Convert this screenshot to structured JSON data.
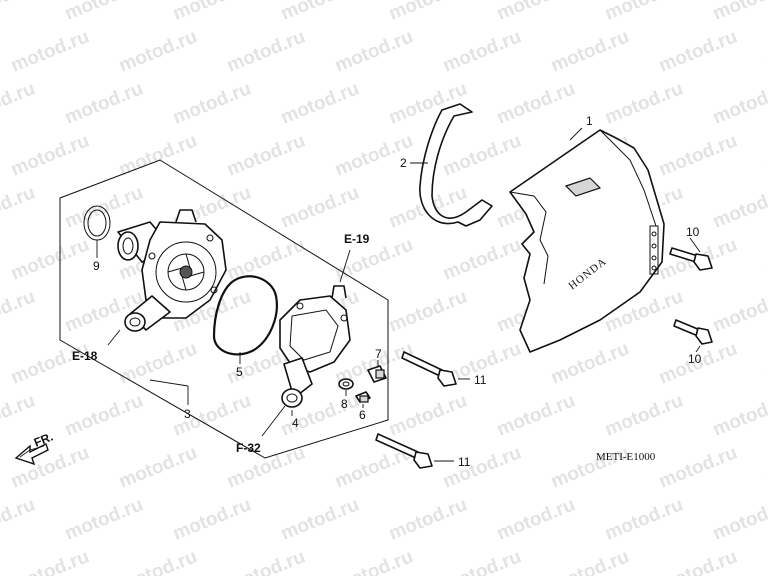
{
  "watermark": {
    "text": "motod.ru"
  },
  "callouts": {
    "c1": "1",
    "c2": "2",
    "c3": "3",
    "c4": "4",
    "c5": "5",
    "c6": "6",
    "c7": "7",
    "c8": "8",
    "c9": "9",
    "c10a": "10",
    "c10b": "10",
    "c11a": "11",
    "c11b": "11"
  },
  "references": {
    "e18": "E-18",
    "e19": "E-19",
    "f32": "F-32",
    "front": "FR."
  },
  "cover_logo": "HONDA",
  "diagram_code": "METI-E1000",
  "colors": {
    "ink": "#111111",
    "watermark": "#e3e3e3"
  }
}
